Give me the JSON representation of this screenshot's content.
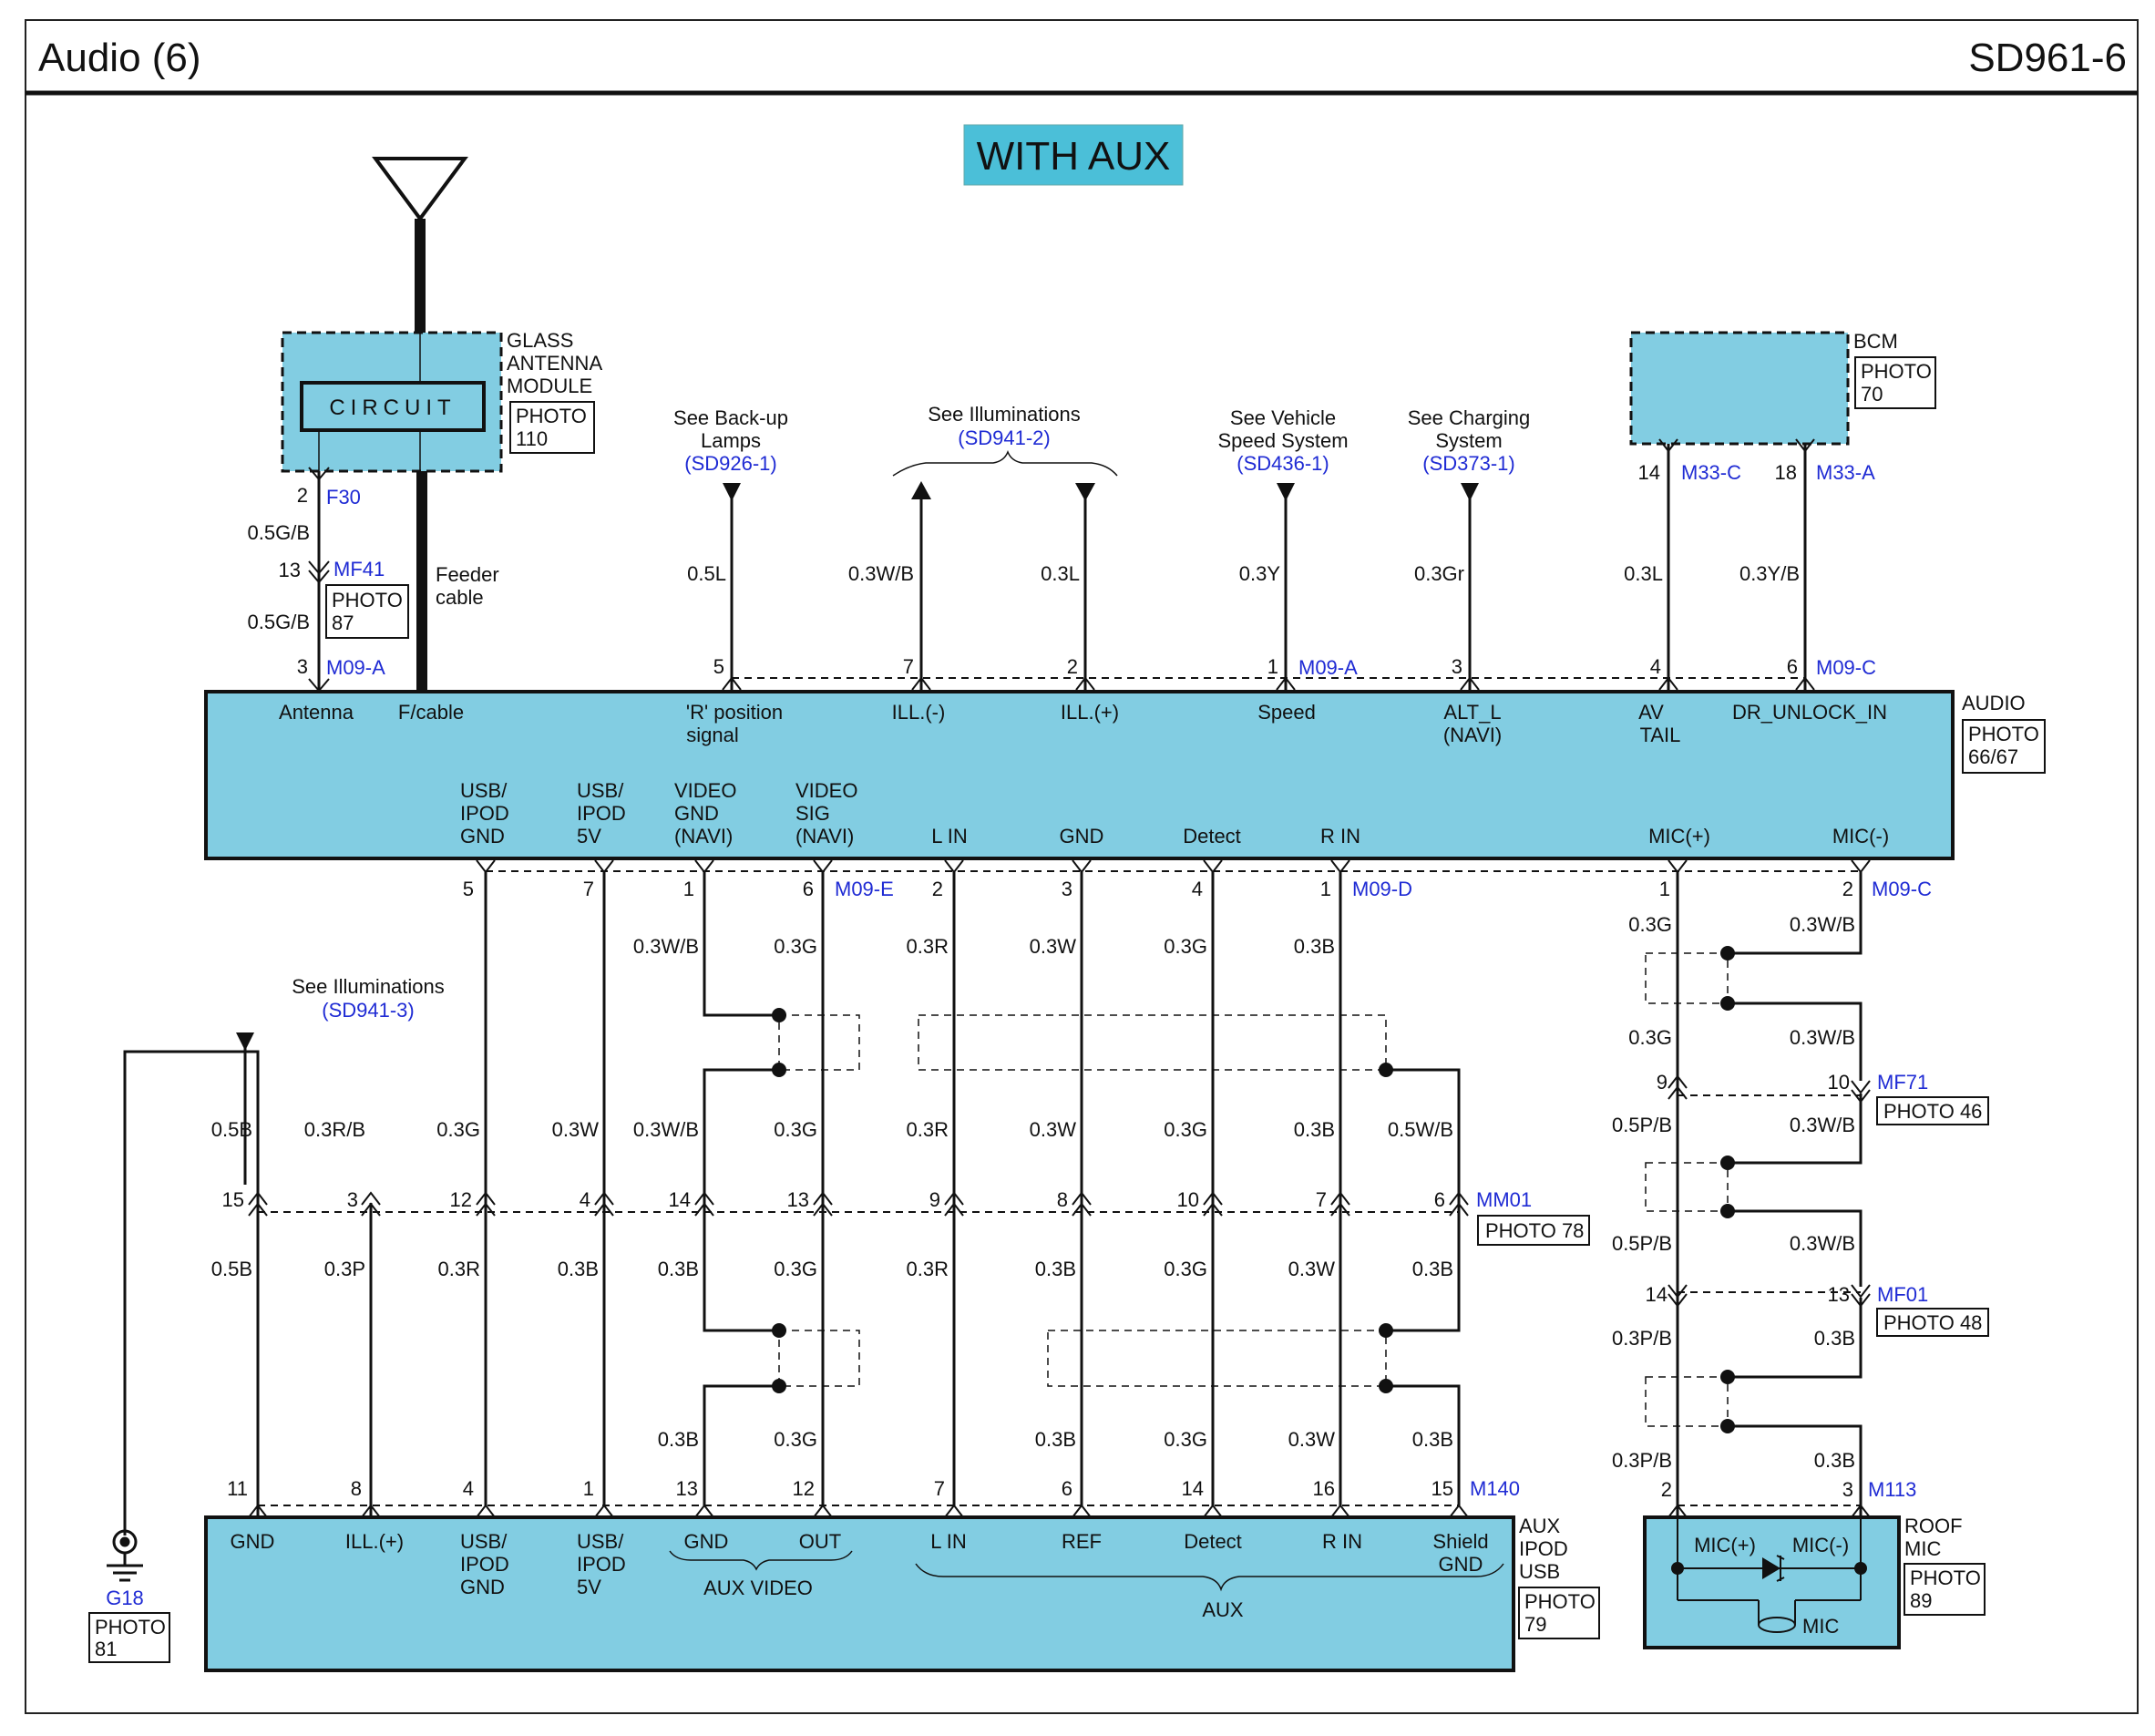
{
  "header": {
    "title": "Audio (6)",
    "code": "SD961-6"
  },
  "banner": "WITH AUX",
  "colors": {
    "module_fill": "#82cde2",
    "banner_fill": "#4bbfd8",
    "link_blue": "#1f2bd4",
    "wire": "#111111"
  },
  "antenna": {
    "circuit": "CIRCUIT",
    "module_name": [
      "GLASS",
      "ANTENNA",
      "MODULE"
    ],
    "photo": [
      "PHOTO",
      "110"
    ],
    "feeder": [
      "Feeder",
      "cable"
    ],
    "pin_top": "2",
    "conn_top": "F30",
    "wire1": "0.5G/B",
    "pin_mid": "13",
    "conn_mid": "MF41",
    "photo_mid": [
      "PHOTO",
      "87"
    ],
    "wire2": "0.5G/B",
    "pin_bot": "3",
    "conn_bot": "M09-A"
  },
  "refs": {
    "backup": {
      "text": [
        "See Back-up",
        "Lamps"
      ],
      "code": "(SD926-1)"
    },
    "illum": {
      "text": "See Illuminations",
      "code": "(SD941-2)"
    },
    "speed": {
      "text": [
        "See Vehicle",
        "Speed System"
      ],
      "code": "(SD436-1)"
    },
    "charging": {
      "text": [
        "See Charging",
        "System"
      ],
      "code": "(SD373-1)"
    },
    "illum3": {
      "text": "See Illuminations",
      "code": "(SD941-3)"
    }
  },
  "bcm": {
    "name": "BCM",
    "photo": [
      "PHOTO",
      "70"
    ]
  },
  "top_wires": [
    {
      "pin": "5",
      "color": "0.5L"
    },
    {
      "pin": "7",
      "color": "0.3W/B"
    },
    {
      "pin": "2",
      "color": "0.3L"
    },
    {
      "pin": "1",
      "color": "0.3Y",
      "conn": "M09-A"
    },
    {
      "pin": "3",
      "color": "0.3Gr"
    },
    {
      "pin": "4",
      "color": "0.3L",
      "bcm_pin": "14",
      "bcm_conn": "M33-C"
    },
    {
      "pin": "6",
      "color": "0.3Y/B",
      "bcm_pin": "18",
      "bcm_conn": "M33-A",
      "conn": "M09-C"
    }
  ],
  "audio": {
    "name": "AUDIO",
    "photo": [
      "PHOTO",
      "66/67"
    ],
    "top_labels": [
      "Antenna",
      "F/cable",
      "'R' position",
      "signal",
      "ILL.(-)",
      "ILL.(+)",
      "Speed",
      "ALT_L",
      "(NAVI)",
      "AV",
      "TAIL",
      "DR_UNLOCK_IN"
    ],
    "bottom_labels": [
      "USB/",
      "IPOD",
      "GND",
      "USB/",
      "IPOD",
      "5V",
      "VIDEO",
      "GND",
      "(NAVI)",
      "VIDEO",
      "SIG",
      "(NAVI)",
      "L IN",
      "GND",
      "Detect",
      "R IN",
      "MIC(+)",
      "MIC(-)"
    ]
  },
  "bottom_wires": {
    "audio_pins": [
      "5",
      "7",
      "1",
      "6",
      "2",
      "3",
      "4",
      "1",
      "1",
      "2"
    ],
    "audio_conn_e": "M09-E",
    "audio_conn_d": "M09-D",
    "audio_conn_c": "M09-C",
    "upper_colors": [
      "0.3W/B",
      "0.3G",
      "0.3R",
      "0.3W",
      "0.3G",
      "0.3B"
    ],
    "mid_colors": [
      "0.5B",
      "0.3R/B",
      "0.3G",
      "0.3W",
      "0.3W/B",
      "0.3G",
      "0.3R",
      "0.3W",
      "0.3G",
      "0.3B",
      "0.5W/B"
    ],
    "mm01_pins": [
      "15",
      "3",
      "12",
      "4",
      "14",
      "13",
      "9",
      "8",
      "10",
      "7",
      "6"
    ],
    "mm01_conn": "MM01",
    "mm01_photo": "PHOTO 78",
    "low_colors": [
      "0.5B",
      "0.3P",
      "0.3R",
      "0.3B",
      "0.3B",
      "0.3G",
      "0.3R",
      "0.3B",
      "0.3G",
      "0.3W",
      "0.3B"
    ],
    "bot_colors": [
      "0.3B",
      "0.3G",
      "0.3B",
      "0.3G",
      "0.3W",
      "0.3B"
    ],
    "m140_pins": [
      "11",
      "8",
      "4",
      "1",
      "13",
      "12",
      "7",
      "6",
      "14",
      "16",
      "15"
    ],
    "m140_conn": "M140"
  },
  "mic": {
    "colors": [
      "0.3G",
      "0.3W/B",
      "0.3G",
      "0.3W/B",
      "0.5P/B",
      "0.3W/B",
      "0.5P/B",
      "0.3W/B",
      "0.3P/B",
      "0.3B",
      "0.3P/B",
      "0.3B"
    ],
    "mf71_pins": [
      "9",
      "10"
    ],
    "mf71_conn": "MF71",
    "mf71_photo": "PHOTO 46",
    "mf01_pins": [
      "14",
      "13"
    ],
    "mf01_conn": "MF01",
    "mf01_photo": "PHOTO 48",
    "m113_pins": [
      "2",
      "3"
    ],
    "m113_conn": "M113",
    "module": [
      "ROOF",
      "MIC"
    ],
    "photo": [
      "PHOTO",
      "89"
    ],
    "inner": [
      "MIC(+)",
      "MIC(-)",
      "MIC"
    ]
  },
  "aux": {
    "name": [
      "AUX",
      "IPOD",
      "USB"
    ],
    "photo": [
      "PHOTO",
      "79"
    ],
    "labels": [
      "GND",
      "ILL.(+)",
      "USB/",
      "IPOD",
      "GND",
      "USB/",
      "IPOD",
      "5V",
      "GND",
      "OUT",
      "AUX VIDEO",
      "L IN",
      "REF",
      "Detect",
      "R IN",
      "Shield",
      "GND",
      "AUX"
    ]
  },
  "ground": {
    "name": "G18",
    "photo": [
      "PHOTO",
      "81"
    ]
  }
}
